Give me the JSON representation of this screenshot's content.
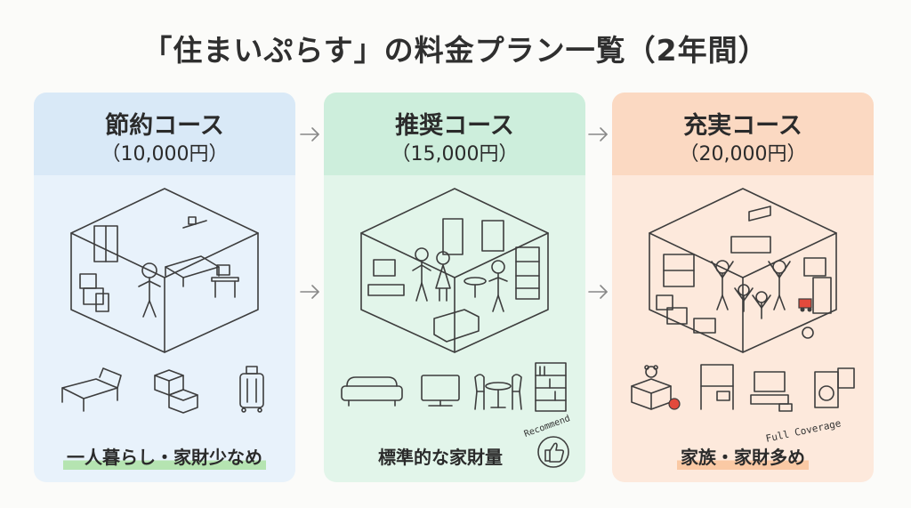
{
  "title": "「住まいぷらす」の料金プラン一覧（2年間）",
  "plans": [
    {
      "name": "節約コース",
      "price": "（10,000円）",
      "tagline": "一人暮らし・家財少なめ",
      "icons": [
        "bed-icon",
        "boxes-icon",
        "suitcase-icon"
      ],
      "colors": {
        "head": "#d9e9f7",
        "body": "#e8f2fb",
        "highlight": "#b5e4b1"
      }
    },
    {
      "name": "推奨コース",
      "price": "（15,000円）",
      "tagline": "標準的な家財量",
      "badge": "Recommend",
      "icons": [
        "sofa-icon",
        "tv-icon",
        "table-chairs-icon",
        "bookshelf-icon"
      ],
      "colors": {
        "head": "#cdeedc",
        "body": "#e2f5ea",
        "highlight": ""
      }
    },
    {
      "name": "充実コース",
      "price": "（20,000円）",
      "tagline": "家族・家財多め",
      "badge": "Full Coverage",
      "icons": [
        "toy-box-icon",
        "desk-icon",
        "tv-stand-icon",
        "washer-icon"
      ],
      "colors": {
        "head": "#fbd9c2",
        "body": "#fde9dc",
        "highlight": "#fac9a4"
      }
    }
  ]
}
